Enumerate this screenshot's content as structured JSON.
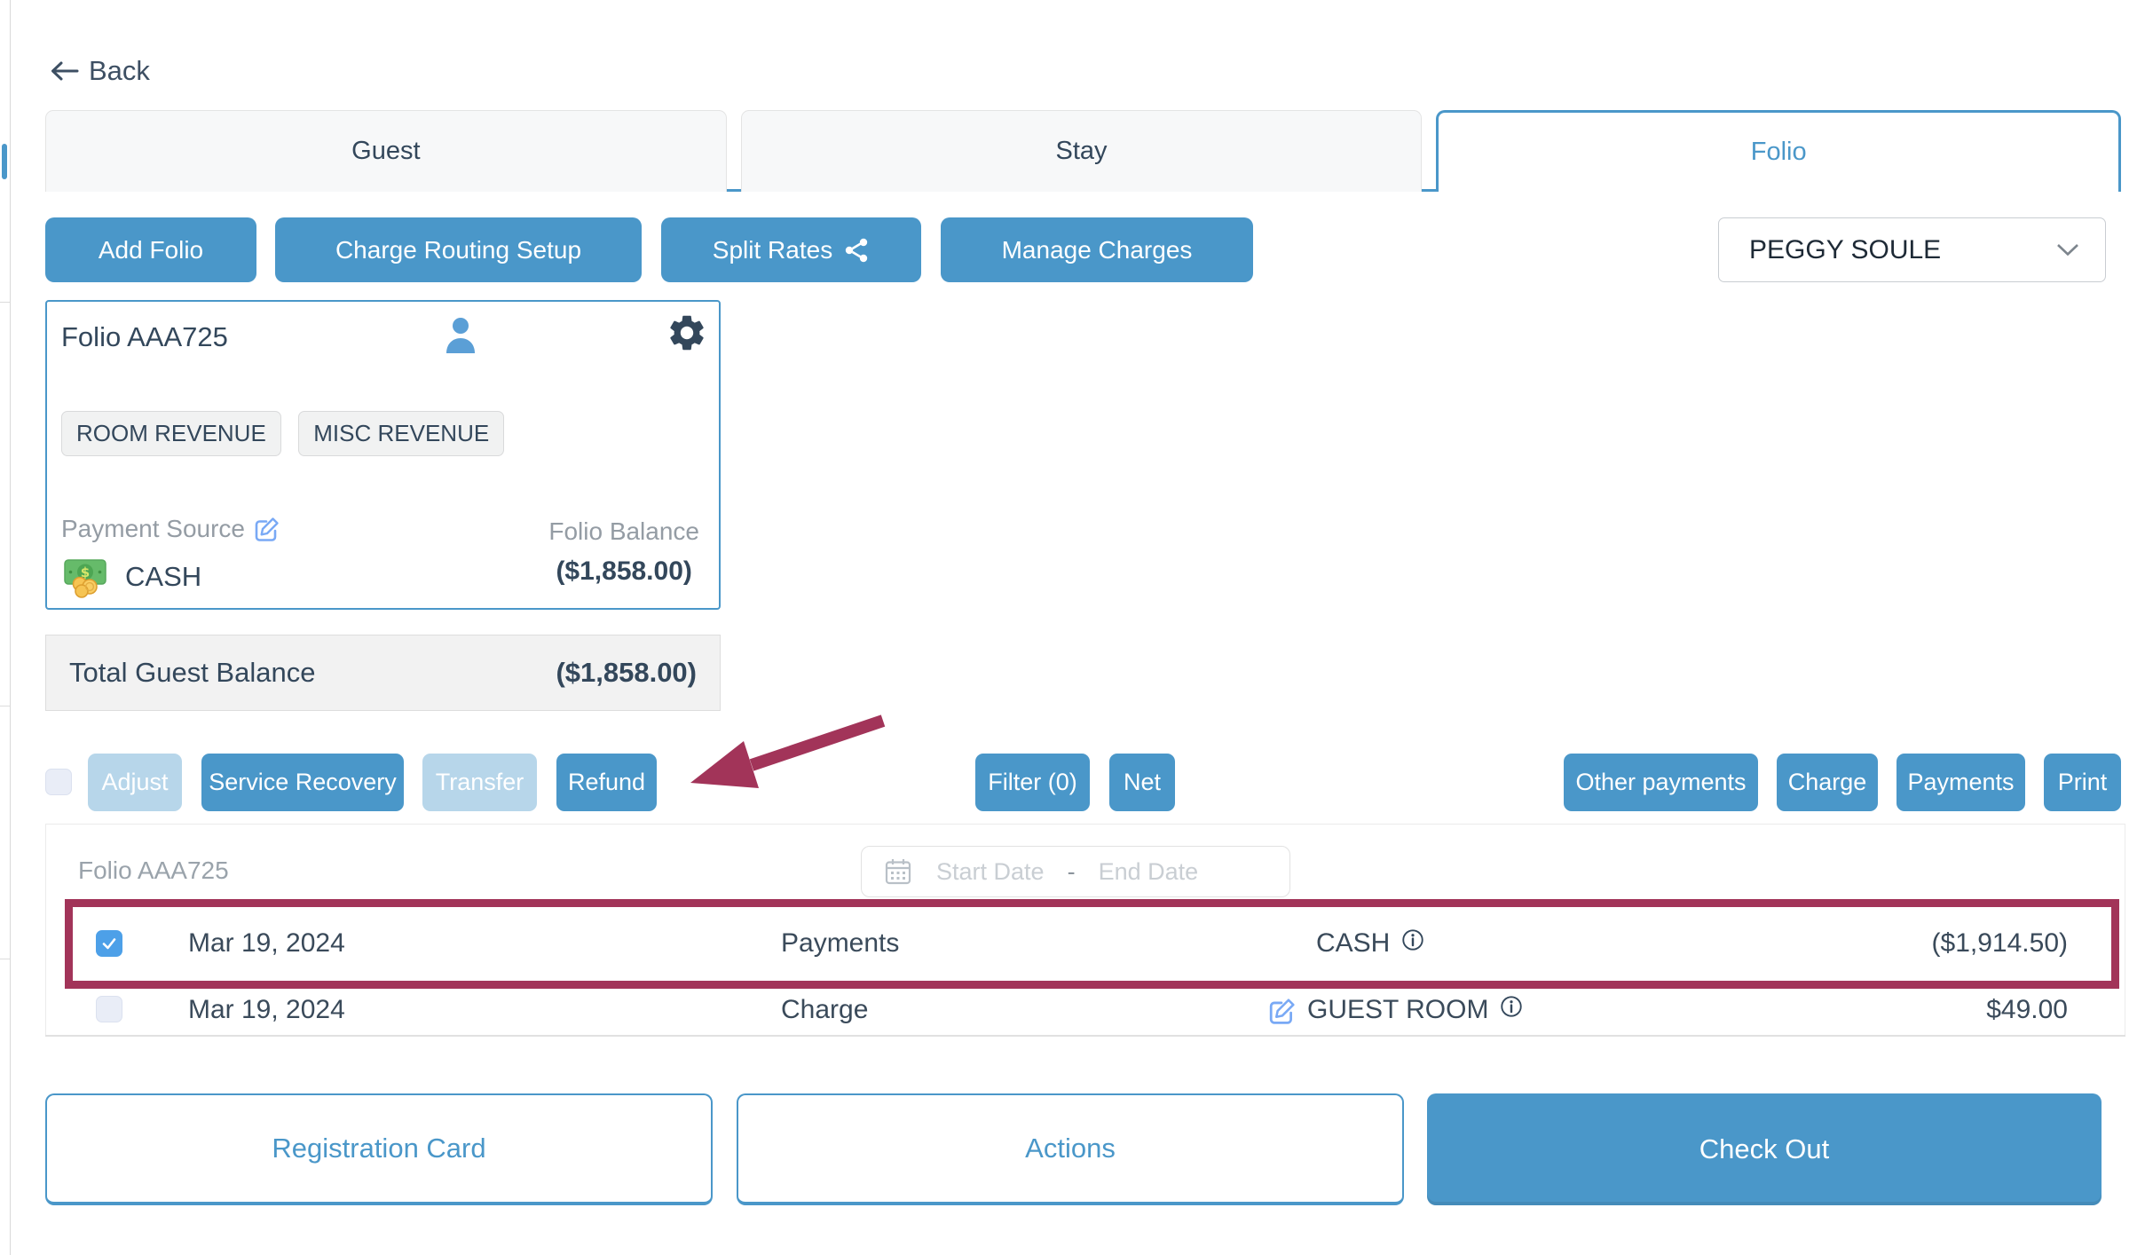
{
  "back": {
    "label": "Back"
  },
  "tabs": [
    {
      "label": "Guest",
      "active": false
    },
    {
      "label": "Stay",
      "active": false
    },
    {
      "label": "Folio",
      "active": true
    }
  ],
  "toolbar": {
    "add_folio": "Add Folio",
    "charge_routing": "Charge Routing Setup",
    "split_rates": "Split Rates",
    "manage_charges": "Manage Charges",
    "guest_selector_value": "PEGGY SOULE"
  },
  "folio_card": {
    "title": "Folio AAA725",
    "badges": [
      "ROOM REVENUE",
      "MISC REVENUE"
    ],
    "payment_source_label": "Payment Source",
    "payment_source_value": "CASH",
    "balance_label": "Folio Balance",
    "balance_value": "($1,858.00)"
  },
  "total_guest_balance": {
    "label": "Total Guest Balance",
    "value": "($1,858.00)"
  },
  "actions_row": {
    "adjust": "Adjust",
    "service_recovery": "Service Recovery",
    "transfer": "Transfer",
    "refund": "Refund",
    "filter": "Filter (0)",
    "net": "Net",
    "other_payments": "Other payments",
    "charge": "Charge",
    "payments": "Payments",
    "print": "Print"
  },
  "transactions": {
    "folio_label": "Folio AAA725",
    "date_range": {
      "start_placeholder": "Start Date",
      "separator": "-",
      "end_placeholder": "End Date"
    },
    "rows": [
      {
        "checked": true,
        "date": "Mar 19, 2024",
        "type": "Payments",
        "description": "CASH",
        "amount": "($1,914.50)",
        "highlighted": true
      },
      {
        "checked": false,
        "date": "Mar 19, 2024",
        "type": "Charge",
        "description": "GUEST ROOM",
        "amount": "$49.00",
        "highlighted": false
      }
    ]
  },
  "footer": {
    "registration_card": "Registration Card",
    "actions": "Actions",
    "check_out": "Check Out"
  },
  "icons": [
    "arrow-left-icon",
    "share-icon",
    "person-icon",
    "gear-icon",
    "edit-icon",
    "money-cash-icon",
    "info-icon",
    "calendar-icon",
    "chevron-down-icon",
    "checkmark-icon",
    "annotation-arrow"
  ],
  "colors": {
    "primary": "#4a97c9",
    "primary_disabled": "#b7d6ea",
    "annotation": "#a23459",
    "text_dark": "#33475b",
    "text_gray": "#949ca4",
    "checkbox_checked": "#4da0e8"
  }
}
